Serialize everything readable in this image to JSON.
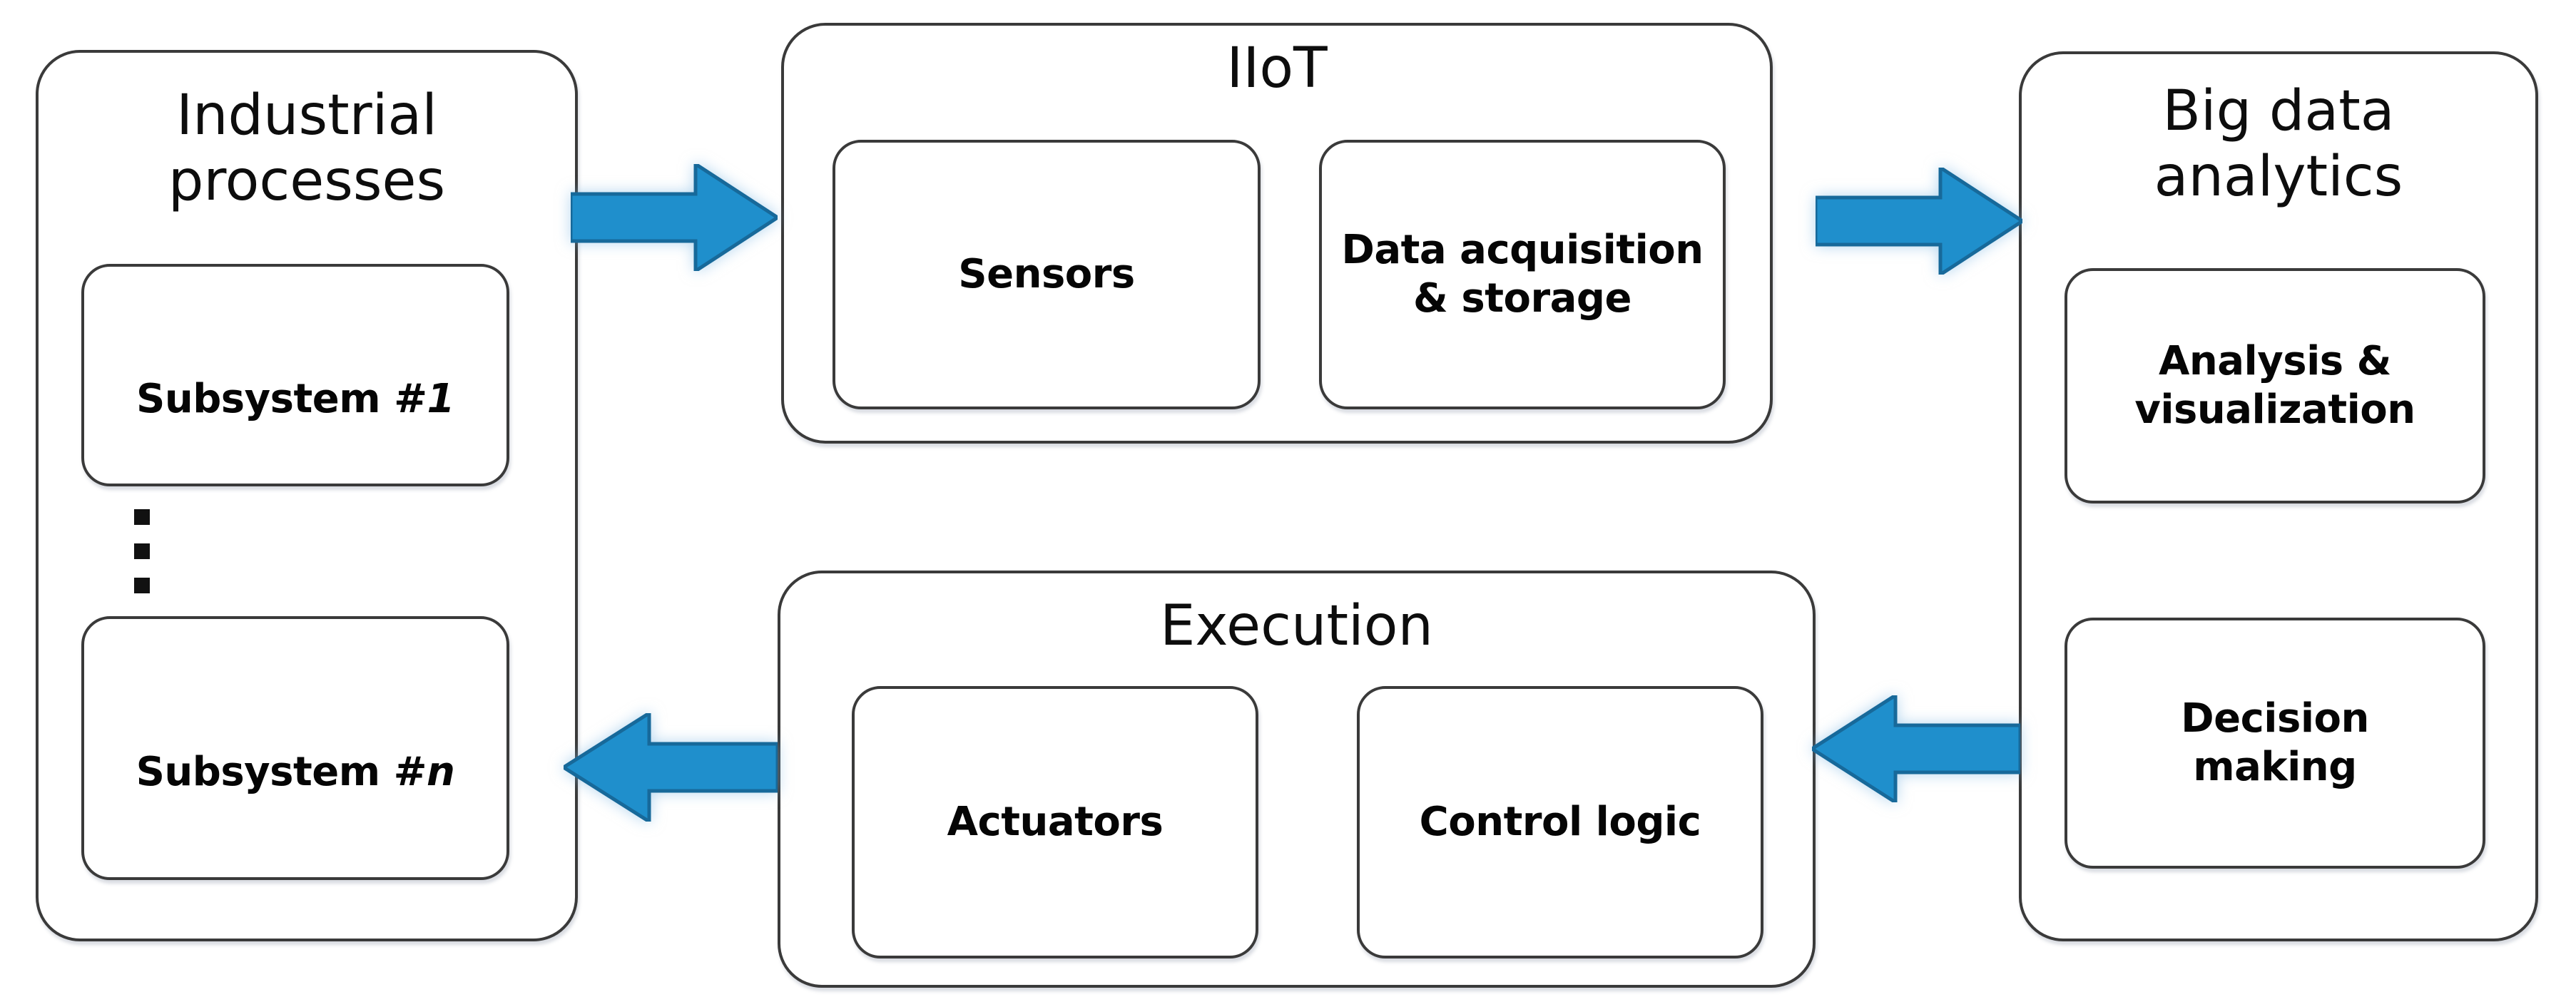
{
  "diagram": {
    "title_hidden": "",
    "accent_color": "#1f8fcc",
    "outline_color": "#3a3a3a",
    "panels": [
      {
        "id": "industrial-processes",
        "title": "Industrial\nprocesses",
        "boxes": [
          {
            "id": "subsystem-1",
            "label_plain": "Subsystem #",
            "label_italic": "1",
            "label": "Subsystem #1"
          },
          {
            "id": "subsystem-n",
            "label_plain": "Subsystem #",
            "label_italic": "n",
            "label": "Subsystem #n"
          }
        ],
        "ellipsis": "⋮"
      },
      {
        "id": "iiot",
        "title": "IIoT",
        "boxes": [
          {
            "id": "sensors",
            "label": "Sensors"
          },
          {
            "id": "data-acquisition-storage",
            "label": "Data acquisition\n& storage"
          }
        ]
      },
      {
        "id": "execution",
        "title": "Execution",
        "boxes": [
          {
            "id": "actuators",
            "label": "Actuators"
          },
          {
            "id": "control-logic",
            "label": "Control logic"
          }
        ]
      },
      {
        "id": "big-data-analytics",
        "title": "Big data\nanalytics",
        "boxes": [
          {
            "id": "analysis-visualization",
            "label": "Analysis &\nvisualization"
          },
          {
            "id": "decision-making",
            "label": "Decision\nmaking"
          }
        ]
      }
    ],
    "arrows": [
      {
        "id": "arrow-processes-to-iiot",
        "direction": "right",
        "from": "Industrial processes",
        "to": "IIoT"
      },
      {
        "id": "arrow-iiot-to-analytics",
        "direction": "right",
        "from": "IIoT",
        "to": "Big data analytics"
      },
      {
        "id": "arrow-analytics-to-execution",
        "direction": "left",
        "from": "Big data analytics",
        "to": "Execution"
      },
      {
        "id": "arrow-execution-to-processes",
        "direction": "left",
        "from": "Execution",
        "to": "Industrial processes"
      }
    ]
  }
}
